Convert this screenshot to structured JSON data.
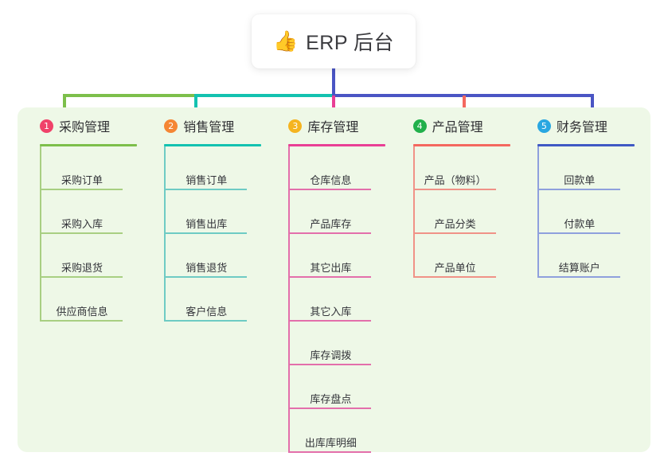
{
  "root": {
    "icon": "thumbs-up-icon",
    "icon_glyph": "👍",
    "title": "ERP 后台"
  },
  "panel": {
    "background_color": "#eef8e7"
  },
  "columns": [
    {
      "number": "1",
      "title": "采购管理",
      "badge_color": "#f0426a",
      "rule_color": "#7dbf4b",
      "line_color": "#a8cf82",
      "items": [
        {
          "label": "采购订单"
        },
        {
          "label": "采购入库"
        },
        {
          "label": "采购退货"
        },
        {
          "label": "供应商信息"
        }
      ]
    },
    {
      "number": "2",
      "title": "销售管理",
      "badge_color": "#f58634",
      "rule_color": "#13c2b0",
      "line_color": "#6ecbc4",
      "items": [
        {
          "label": "销售订单"
        },
        {
          "label": "销售出库"
        },
        {
          "label": "销售退货"
        },
        {
          "label": "客户信息"
        }
      ]
    },
    {
      "number": "3",
      "title": "库存管理",
      "badge_color": "#f5b420",
      "rule_color": "#e93f95",
      "line_color": "#e36fab",
      "items": [
        {
          "label": "仓库信息"
        },
        {
          "label": "产品库存"
        },
        {
          "label": "其它出库"
        },
        {
          "label": "其它入库"
        },
        {
          "label": "库存调拨"
        },
        {
          "label": "库存盘点"
        },
        {
          "label": "出库库明细"
        }
      ]
    },
    {
      "number": "4",
      "title": "产品管理",
      "badge_color": "#21b04b",
      "rule_color": "#f4685f",
      "line_color": "#f09287",
      "items": [
        {
          "label": "产品（物料）"
        },
        {
          "label": "产品分类"
        },
        {
          "label": "产品单位"
        }
      ]
    },
    {
      "number": "5",
      "title": "财务管理",
      "badge_color": "#29a7e1",
      "rule_color": "#3f59c4",
      "line_color": "#8fa0dd",
      "items": [
        {
          "label": "回款单"
        },
        {
          "label": "付款单"
        },
        {
          "label": "结算账户"
        }
      ]
    }
  ],
  "connectors": {
    "trunk_color": "#4a55c4",
    "bus_segment_colors": [
      "#7dbf4b",
      "#13c2b0",
      "#4a55c4"
    ],
    "drop_colors": [
      "#7dbf4b",
      "#13c2b0",
      "#e93f95",
      "#f4685f",
      "#4a55c4"
    ]
  }
}
